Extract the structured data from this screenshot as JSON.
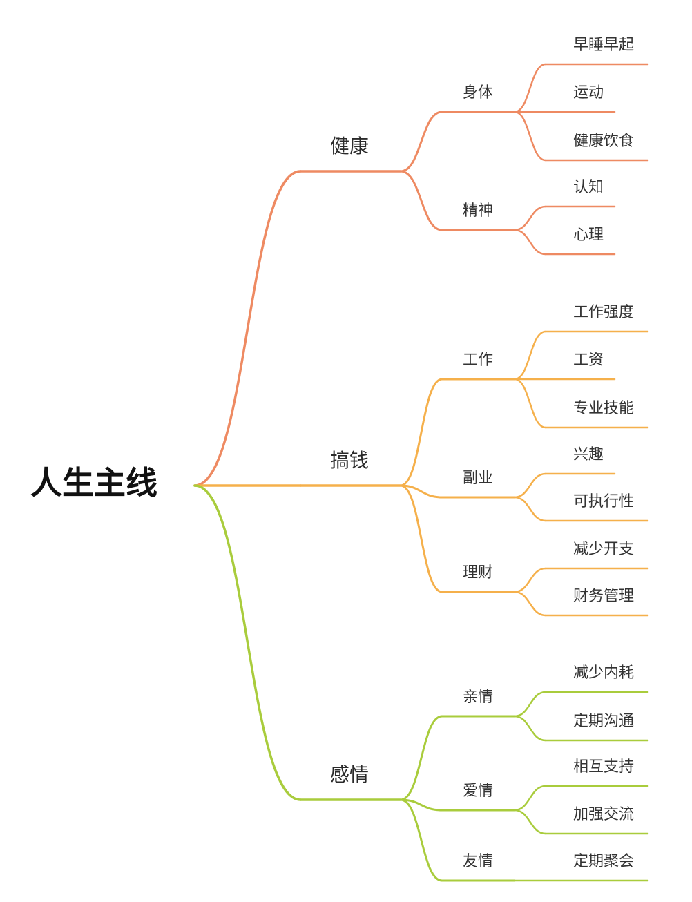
{
  "root": {
    "label": "人生主线"
  },
  "colors": {
    "health": "#EE8A62",
    "money": "#F5B04B",
    "emotion": "#A9CC3C"
  },
  "branches": [
    {
      "label": "健康",
      "color": "health",
      "children": [
        {
          "label": "身体",
          "children": [
            {
              "label": "早睡早起"
            },
            {
              "label": "运动"
            },
            {
              "label": "健康饮食"
            }
          ]
        },
        {
          "label": "精神",
          "children": [
            {
              "label": "认知"
            },
            {
              "label": "心理"
            }
          ]
        }
      ]
    },
    {
      "label": "搞钱",
      "color": "money",
      "children": [
        {
          "label": "工作",
          "children": [
            {
              "label": "工作强度"
            },
            {
              "label": "工资"
            },
            {
              "label": "专业技能"
            }
          ]
        },
        {
          "label": "副业",
          "children": [
            {
              "label": "兴趣"
            },
            {
              "label": "可执行性"
            }
          ]
        },
        {
          "label": "理财",
          "children": [
            {
              "label": "减少开支"
            },
            {
              "label": "财务管理"
            }
          ]
        }
      ]
    },
    {
      "label": "感情",
      "color": "emotion",
      "children": [
        {
          "label": "亲情",
          "children": [
            {
              "label": "减少内耗"
            },
            {
              "label": "定期沟通"
            }
          ]
        },
        {
          "label": "爱情",
          "children": [
            {
              "label": "相互支持"
            },
            {
              "label": "加强交流"
            }
          ]
        },
        {
          "label": "友情",
          "children": [
            {
              "label": "定期聚会"
            }
          ]
        }
      ]
    }
  ]
}
